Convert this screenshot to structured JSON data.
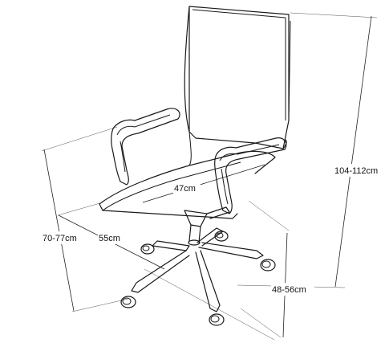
{
  "dimensions": {
    "total_height": "104-112cm",
    "armrest_height": "70-77cm",
    "depth": "55cm",
    "seat_width": "47cm",
    "seat_height": "48-56cm"
  }
}
